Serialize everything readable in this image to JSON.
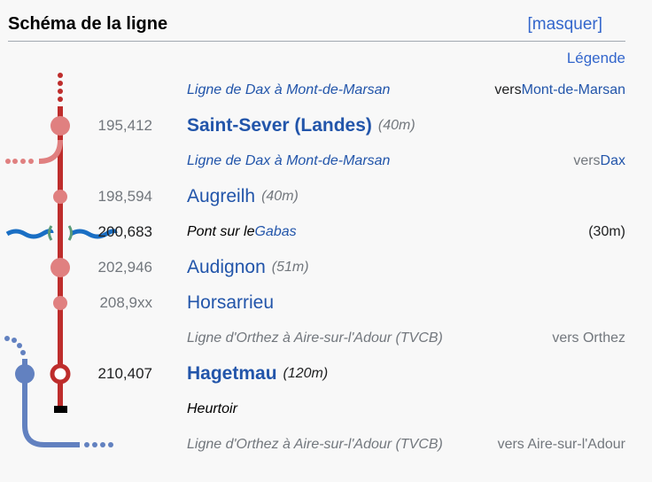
{
  "header": {
    "title": "Schéma de la ligne",
    "toggle_label": "[masquer]"
  },
  "legend_label": "Légende",
  "colors": {
    "line_red": "#be2d2c",
    "stop_red": "#e08080",
    "water": "#3366cc",
    "branch_blue": "#6281c0",
    "link": "#3366cc"
  },
  "rows": [
    {
      "type": "line",
      "text": "Ligne de Dax à Mont-de-Marsan",
      "dir_prefix": "vers ",
      "dir_link": "Mont-de-Marsan"
    },
    {
      "type": "station",
      "km": "195,412",
      "name": "Saint-Sever (Landes)",
      "alt": "(40m)"
    },
    {
      "type": "line",
      "text": "Ligne de Dax à Mont-de-Marsan",
      "dir_prefix": "vers ",
      "dir_link": "Dax"
    },
    {
      "type": "station",
      "km": "198,594",
      "name": "Augreilh",
      "alt": "(40m)"
    },
    {
      "type": "bridge",
      "km": "200,683",
      "prefix": "Pont sur le ",
      "link": "Gabas",
      "alt": "(30m)"
    },
    {
      "type": "station",
      "km": "202,946",
      "name": "Audignon",
      "alt": "(51m)"
    },
    {
      "type": "station",
      "km": "208,9xx",
      "name": "Horsarrieu"
    },
    {
      "type": "line",
      "text": "Ligne d'Orthez à Aire-sur-l'Adour (TVCB)",
      "dir_prefix": "vers Orthez"
    },
    {
      "type": "station",
      "km": "210,407",
      "name": "Hagetmau",
      "alt": "(120m)"
    },
    {
      "type": "end",
      "text": "Heurtoir"
    },
    {
      "type": "line",
      "text": "Ligne d'Orthez à Aire-sur-l'Adour (TVCB)",
      "dir_prefix": "vers Aire-sur-l'Adour"
    }
  ]
}
